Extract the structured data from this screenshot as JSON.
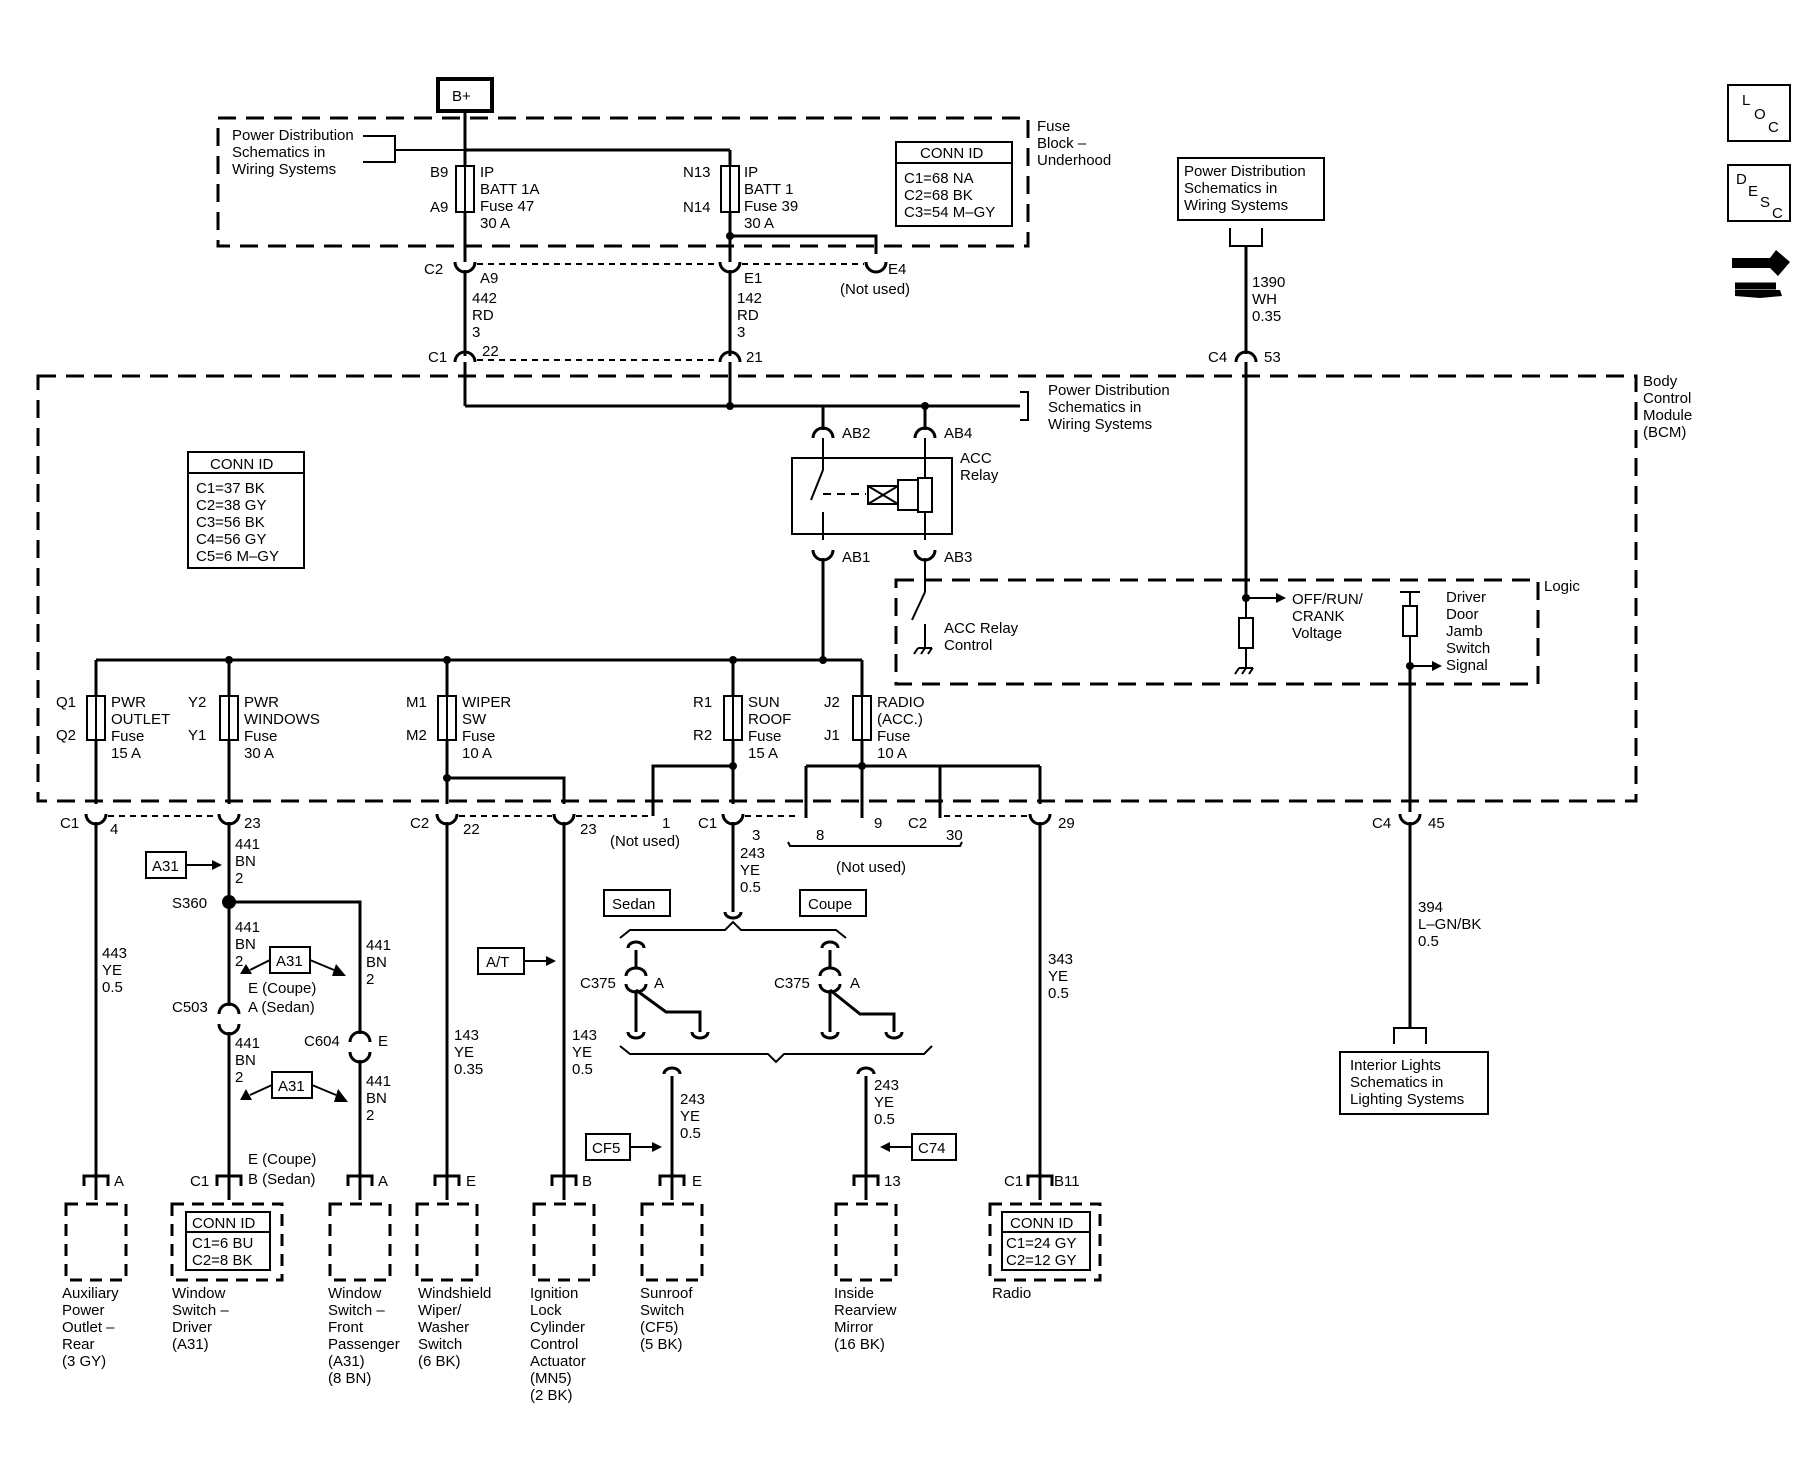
{
  "side_icons": {
    "loc_icon": "L O C",
    "desc_icon": "D E S C"
  },
  "bplus": "B+",
  "fuse_block": {
    "label": [
      "Fuse",
      "Block –",
      "Underhood"
    ],
    "pds": [
      "Power Distribution",
      "Schematics in",
      "Wiring  Systems"
    ],
    "conn_title": "CONN ID",
    "conn": [
      "C1=68 NA",
      "C2=68 BK",
      "C3=54 M–GY"
    ],
    "fuse1": {
      "pin_top": "B9",
      "pin_bot": "A9",
      "text": [
        "IP",
        "BATT 1A",
        "Fuse 47",
        "30 A"
      ]
    },
    "fuse2": {
      "pin_top": "N13",
      "pin_bot": "N14",
      "text": [
        "IP",
        "BATT 1",
        "Fuse 39",
        "30 A"
      ]
    },
    "c2": "C2",
    "c2_a9": "A9",
    "e1": "E1",
    "e4": "E4",
    "not_used": "(Not used)"
  },
  "wire_442": [
    "442",
    "RD",
    "3"
  ],
  "wire_142": [
    "142",
    "RD",
    "3"
  ],
  "bcm": {
    "label": [
      "Body",
      "Control",
      "Module",
      "(BCM)"
    ],
    "c1": "C1",
    "c1_22": "22",
    "c1_21": "21",
    "c4": "C4",
    "c4_53": "53",
    "pds": [
      "Power Distribution",
      "Schematics in",
      "Wiring  Systems"
    ],
    "ab2": "AB2",
    "ab4": "AB4",
    "ab1": "AB1",
    "ab3": "AB3",
    "acc_relay": [
      "ACC",
      "Relay"
    ],
    "conn_title": "CONN ID",
    "conn": [
      "C1=37 BK",
      "C2=38 GY",
      "C3=56 BK",
      "C4=56 GY",
      "C5=6 M–GY"
    ],
    "logic": "Logic",
    "acc_control": [
      "ACC Relay",
      "Control"
    ],
    "off_run": [
      "OFF/RUN/",
      "CRANK",
      "Voltage"
    ],
    "door_jamb": [
      "Driver",
      "Door",
      "Jamb",
      "Switch",
      "Signal"
    ],
    "fuses": [
      {
        "pt": "Q1",
        "pb": "Q2",
        "text": [
          "PWR",
          "OUTLET",
          "Fuse",
          "15 A"
        ]
      },
      {
        "pt": "Y2",
        "pb": "Y1",
        "text": [
          "PWR",
          "WINDOWS",
          "Fuse",
          "30 A"
        ]
      },
      {
        "pt": "M1",
        "pb": "M2",
        "text": [
          "WIPER",
          "SW",
          "Fuse",
          "10 A"
        ]
      },
      {
        "pt": "R1",
        "pb": "R2",
        "text": [
          "SUN",
          "ROOF",
          "Fuse",
          "15 A"
        ]
      },
      {
        "pt": "J2",
        "pb": "J1",
        "text": [
          "RADIO",
          "(ACC.)",
          "Fuse",
          "10 A"
        ]
      }
    ]
  },
  "pds_right": [
    "Power Distribution",
    "Schematics in",
    "Wiring  Systems"
  ],
  "wire_1390": [
    "1390",
    "WH",
    "0.35"
  ],
  "bottom_conns": {
    "c1": "C1",
    "c1_4": "4",
    "c1_23": "23",
    "c2": "C2",
    "c2_22": "22",
    "c2_23": "23",
    "c2_1": "1",
    "not_used_1": "(Not used)",
    "c1b": "C1",
    "c1b_3": "3",
    "c1b_8": "8",
    "c1b_9": "9",
    "c2b": "C2",
    "c2b_30": "30",
    "c2b_29": "29",
    "not_used_2": "(Not used)",
    "c4": "C4",
    "c4_45": "45"
  },
  "wires": {
    "w441": [
      "441",
      "BN",
      "2"
    ],
    "w441b": [
      "441",
      "BN",
      "2"
    ],
    "w441c": [
      "441",
      "BN",
      "2"
    ],
    "w441d": [
      "441",
      "BN",
      "2"
    ],
    "w441e": [
      "441",
      "BN",
      "2"
    ],
    "w443": [
      "443",
      "YE",
      "0.5"
    ],
    "w143a": [
      "143",
      "YE",
      "0.35"
    ],
    "w143b": [
      "143",
      "YE",
      "0.5"
    ],
    "w243a": [
      "243",
      "YE",
      "0.5"
    ],
    "w243b": [
      "243",
      "YE",
      "0.5"
    ],
    "w243c": [
      "243",
      "YE",
      "0.5"
    ],
    "w343": [
      "343",
      "YE",
      "0.5"
    ],
    "w394": [
      "394",
      "L–GN/BK",
      "0.5"
    ]
  },
  "refs": {
    "a31": "A31",
    "at": "A/T",
    "cf5": "CF5",
    "c74": "C74",
    "sedan": "Sedan",
    "coupe": "Coupe"
  },
  "splices": {
    "s360": "S360",
    "e_coupe": "E (Coupe)",
    "a_sedan": "A (Sedan)",
    "c503": "C503",
    "c604": "C604",
    "c604_e": "E",
    "c375_l": "C375",
    "c375_r": "C375",
    "c375_a": "A",
    "c375_a2": "A",
    "e_coupe2": "E (Coupe)",
    "b_sedan": "B (Sedan)"
  },
  "components": {
    "aux": {
      "pin": "A",
      "label": [
        "Auxiliary",
        "Power",
        "Outlet –",
        "Rear",
        "(3 GY)"
      ]
    },
    "winsw_driver": {
      "c": "C1",
      "pin": "",
      "label": [
        "Window",
        "Switch –",
        "Driver",
        "(A31)"
      ],
      "conn_title": "CONN ID",
      "conn": [
        "C1=6 BU",
        "C2=8 BK"
      ]
    },
    "winsw_pass": {
      "pin": "A",
      "label": [
        "Window",
        "Switch –",
        "Front",
        "Passenger",
        "(A31)",
        "(8 BN)"
      ]
    },
    "wiper": {
      "pin": "E",
      "label": [
        "Windshield",
        "Wiper/",
        "Washer",
        "Switch",
        "(6 BK)"
      ]
    },
    "ign": {
      "pin": "B",
      "label": [
        "Ignition",
        "Lock",
        "Cylinder",
        "Control",
        "Actuator",
        "(MN5)",
        "(2 BK)"
      ]
    },
    "sunroof": {
      "pin": "E",
      "label": [
        "Sunroof",
        "Switch",
        "(CF5)",
        "(5 BK)"
      ]
    },
    "mirror": {
      "pin": "13",
      "label": [
        "Inside",
        "Rearview",
        "Mirror",
        "(16 BK)"
      ]
    },
    "radio": {
      "c": "C1",
      "pin": "B11",
      "label": [
        "Radio"
      ],
      "conn_title": "CONN ID",
      "conn": [
        "C1=24 GY",
        "C2=12 GY"
      ]
    }
  },
  "interior": [
    "Interior Lights",
    "Schematics in",
    "Lighting Systems"
  ]
}
